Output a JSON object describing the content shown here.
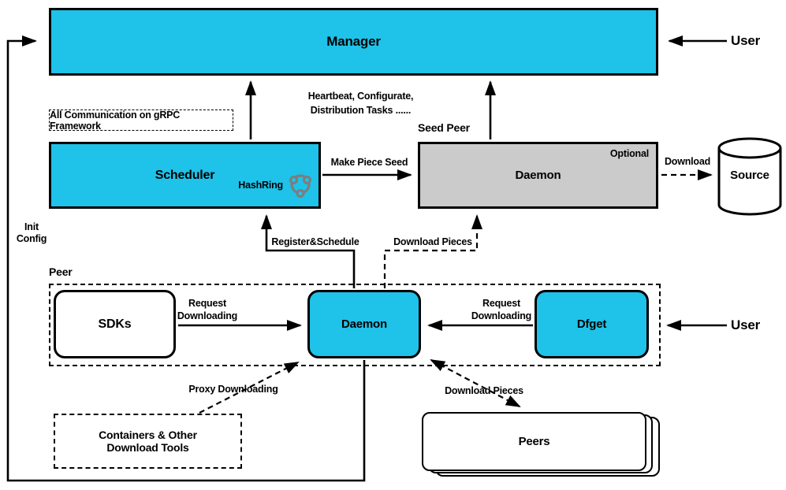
{
  "colors": {
    "accent": "#1FC2E8",
    "gray_fill": "#CBCBCB",
    "line": "#000000",
    "background": "#FFFFFF"
  },
  "nodes": {
    "manager": {
      "label": "Manager"
    },
    "grpc_note": {
      "label": "All Communication on gRPC Framework"
    },
    "scheduler": {
      "label": "Scheduler",
      "hashring_label": "HashRing"
    },
    "seed_peer": {
      "group_label": "Seed Peer",
      "daemon_label": "Daemon",
      "optional_label": "Optional"
    },
    "source": {
      "label": "Source"
    },
    "peer": {
      "group_label": "Peer",
      "sdks_label": "SDKs",
      "daemon_label": "Daemon",
      "dfget_label": "Dfget"
    },
    "containers": {
      "line1": "Containers & Other",
      "line2": "Download Tools"
    },
    "peers_stack": {
      "label": "Peers"
    },
    "user_top": {
      "label": "User"
    },
    "user_bottom": {
      "label": "User"
    }
  },
  "edges": {
    "heartbeat": {
      "line1": "Heartbeat, Configurate,",
      "line2": "Distribution Tasks ......"
    },
    "make_piece_seed": {
      "label": "Make Piece Seed"
    },
    "download_source": {
      "label": "Download"
    },
    "init_config": {
      "line1": "Init",
      "line2": "Config"
    },
    "register_schedule": {
      "label": "Register&Schedule"
    },
    "download_pieces_seed": {
      "label": "Download Pieces"
    },
    "request_downloading_sdk": {
      "line1": "Request",
      "line2": "Downloading"
    },
    "request_downloading_dfget": {
      "line1": "Request",
      "line2": "Downloading"
    },
    "proxy_downloading": {
      "label": "Proxy Downloading"
    },
    "download_pieces_peers": {
      "label": "Download Pieces"
    }
  },
  "icons": {
    "hashring": "hashring-icon",
    "source": "database-icon"
  }
}
